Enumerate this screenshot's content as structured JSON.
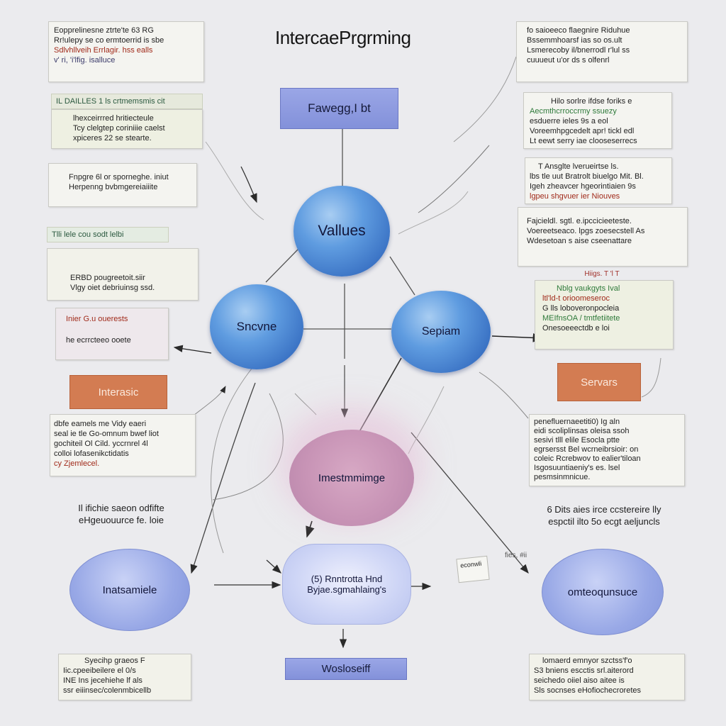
{
  "title": "IntercaePrgrming",
  "nodes": {
    "top_box": "Fawegg,I bt",
    "values": "Vallues",
    "left_sphere": "Sncvne",
    "right_sphere": "Sepiam",
    "orange_left": "Interasic",
    "orange_right": "Servars",
    "pink": "Imestmmimge",
    "bottom_left": "Inatsamiele",
    "bottom_center_l1": "(5) Rnntrotta Hnd",
    "bottom_center_l2": "Byjae.sgmahlaing's",
    "bottom_right": "omteoqunsuce",
    "bottom_bar": "Wosloseiff"
  },
  "captions": {
    "left": [
      "Il ifichie saeon odfifte",
      "eHgeuouurce fe. loie"
    ],
    "right": [
      "6 Dits aies irce ccstereire lly",
      "espctil ilto 5o ecgt aeljuncls"
    ],
    "small_tag": "econwli",
    "ticks": "fies, #ii"
  },
  "notes": {
    "l1": [
      "Eopprelinesne ztrte'te 63 RG",
      "Rr!ulepy se co ermtoerrid is sbe",
      "Sdlvhllveih Errlagir. hss ealls",
      "v'    ri, 'i'lfig. isalluce"
    ],
    "l2_bar": "IL DAILLES 1   ls crtmemsmis cit",
    "l2": [
      "lhexceirrred hritiecteule",
      "Tcy clelgtep coriniiie caelst",
      "xpiceres 22 se stearte."
    ],
    "l3": [
      "Fnpgre 6l or sporneghe. iniut",
      "Herpenng bvbmgereiaiiite"
    ],
    "l4_bar": "Tlli lele cou sodt  lelbi",
    "l4": [
      "ERBD pougreetoit.siir",
      "Vlgy oiet debriuinsg  ssd."
    ],
    "l5": [
      "Inier G.u ouerests",
      "he ecrrcteeo ooete"
    ],
    "l6": [
      "dbfe eamels me Vidy eaeri",
      "seal ie tle Go-omnum bwef liot",
      "gochiteil  Ol Cild. yccrnrel 4l",
      "colloi  lofasenikctidatis",
      "cy  Zjemlecel."
    ],
    "l7": [
      "Syecihp graeos F",
      "Iic.cpeeibeilere el 0/s",
      "INE Ins jecehiehe lf als",
      "ssr  eiiinsec/colenmbicellb"
    ],
    "r1": [
      "fo saioeeco flaegnire Riduhue",
      "Bssemmhoarsf ias so os.ult",
      "Lsmerecoby il/bnerrodl r'lul ss",
      "cuuueut u'or ds s olfenrl"
    ],
    "r2": [
      "Hilo sorlre ifdse foriks e",
      "Aecmthcrroccrmy ssuezy",
      "esduerre ieles 9s a eol",
      "Voreemhpgcedelt apr! tickl  edl",
      "Lt eewt serry iae clooseserrecs"
    ],
    "r3": [
      "T Ansglte  lverueirtse ls.",
      "lbs tle uut Bratrolt biuelgo Mit. Bl.",
      "Igeh zheavcer  hgeorintiaien 9s",
      "lgpeu  shgvuer ier Niouves"
    ],
    "r4": [
      "Fajcieldl. sgtl. e.ipccicieeteste.",
      "Voereetseaco. lpgs  zoesecstell As",
      "Wdesetoan s  aise cseenattare"
    ],
    "r5_top": "Hiigs.   T 'l T",
    "r5": [
      "Nblg  vaukgyts  Ival",
      "ltl'ld-t  orioomeseroc",
      "G lls  loboveronpocleia",
      "MEIfnsOA / tmtfetiitete",
      "Onesoeeectdb e loi"
    ],
    "r6": [
      "penefluernaeetiti0)  Ig aln",
      "eidi scoliplinsas oleisa ssoh",
      "sesivi tlll elile Esocla ptte",
      "egrsersst  Bel  wcrneibrsioir: on",
      "coleic  Rcrebwov  to ealier'tiloan",
      "Isgosuuntiaeniy's  es. lsel",
      "pesmsinmnicue."
    ],
    "r7": [
      "lomaerd emnyor szctss'f'o",
      "S3  bniens escctis srl.aiterord",
      "seichedo oiiel aiso aitee is",
      "Sls  socnses eHofiochecroretes"
    ]
  }
}
